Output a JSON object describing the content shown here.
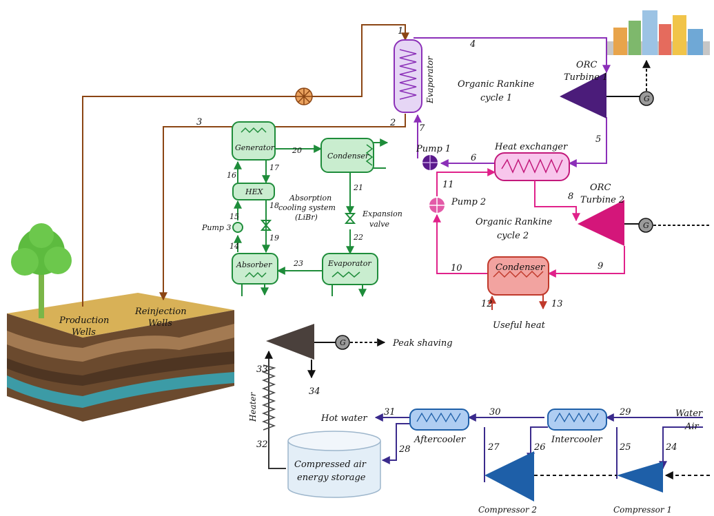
{
  "colors": {
    "geothermal_line": "#8B4513",
    "orc1_line": "#8B2FB8",
    "orc2_line": "#E0218A",
    "absorption_line": "#1E8C3A",
    "caes_line": "#3A2A8C",
    "evaporator_fill": "#E6D6F5",
    "heat_exchanger_fill": "#F8C6EC",
    "condenser_orc_fill": "#F2A3A0",
    "absorption_fill": "#C9EDCF",
    "cooler_fill": "#AFCDF2",
    "compressor_color": "#1E5FA8",
    "turbine1_color": "#4B1C7A",
    "turbine2_color": "#D4167A",
    "storage_fill": "#E3EEF7",
    "ground_top": "#D8B157",
    "ground_water": "#3C9BA6",
    "tree_green": "#5DBB3F"
  },
  "labels": {
    "evaporator_orc": "Evaporator",
    "orc1_title_line1": "Organic Rankine",
    "orc1_title_line2": "cycle 1",
    "orc_turbine1_line1": "ORC",
    "orc_turbine1_line2": "Turbine 1",
    "pump1": "Pump 1",
    "heat_exchanger": "Heat exchanger",
    "pump2": "Pump 2",
    "orc2_title_line1": "Organic Rankine",
    "orc2_title_line2": "cycle 2",
    "orc_turbine2_line1": "ORC",
    "orc_turbine2_line2": "Turbine 2",
    "condenser_orc": "Condenser",
    "useful_heat": "Useful heat",
    "generator_abs": "Generator",
    "condenser_abs": "Condenser",
    "hex": "HEX",
    "absorption_line1": "Absorption",
    "absorption_line2": "cooling system",
    "absorption_line3": "(LiBr)",
    "expansion_line1": "Expansion",
    "expansion_line2": "valve",
    "pump3": "Pump 3",
    "absorber": "Absorber",
    "evaporator_abs": "Evaporator",
    "production_line1": "Production",
    "production_line2": "Wells",
    "reinjection_line1": "Reinjection",
    "reinjection_line2": "Wells",
    "peak_shaving": "Peak shaving",
    "heater": "Heater",
    "hot_water": "Hot water",
    "water": "Water",
    "air": "Air",
    "aftercooler": "Aftercooler",
    "intercooler": "Intercooler",
    "caes_line1": "Compressed air",
    "caes_line2": "energy storage",
    "compressor2": "Compressor 2",
    "compressor1": "Compressor 1",
    "generator_symbol": "G"
  },
  "icons": {
    "city": "city-skyline-icon",
    "tree": "tree-icon",
    "well_pump": "well-pump-icon"
  },
  "state_points": [
    "1",
    "2",
    "3",
    "4",
    "5",
    "6",
    "7",
    "8",
    "9",
    "10",
    "11",
    "12",
    "13",
    "14",
    "15",
    "16",
    "17",
    "18",
    "19",
    "20",
    "21",
    "22",
    "23",
    "24",
    "25",
    "26",
    "27",
    "28",
    "29",
    "30",
    "31",
    "32",
    "33",
    "34"
  ]
}
